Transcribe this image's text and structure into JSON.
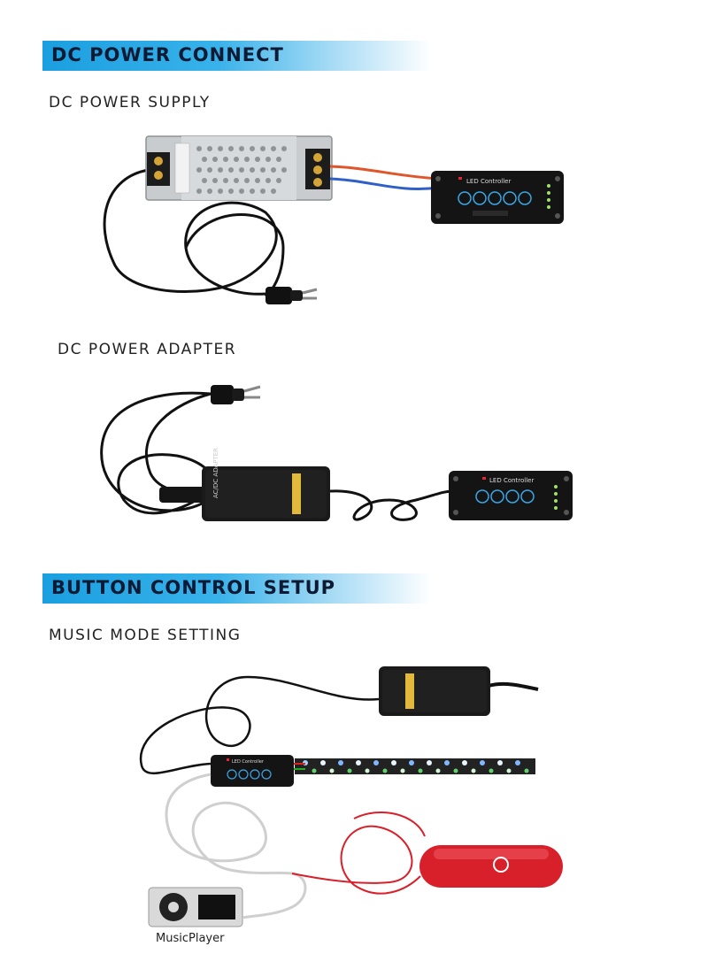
{
  "sections": {
    "dc_power": {
      "title": "DC POWER CONNECT",
      "supply_label": "DC POWER SUPPLY",
      "adapter_label": "DC POWER ADAPTER"
    },
    "button_control": {
      "title": "BUTTON CONTROL SETUP",
      "music_label": "MUSIC MODE SETTING"
    }
  },
  "device": {
    "controller_text": "LED Controller",
    "adapter_text": "AC/DC ADAPTER"
  },
  "music_player_label": "MusicPlayer",
  "colors": {
    "header_blue": "#1b9fe0",
    "wire_red": "#e0552a",
    "wire_blue": "#2f5fc8",
    "speaker_red": "#d8202a"
  }
}
